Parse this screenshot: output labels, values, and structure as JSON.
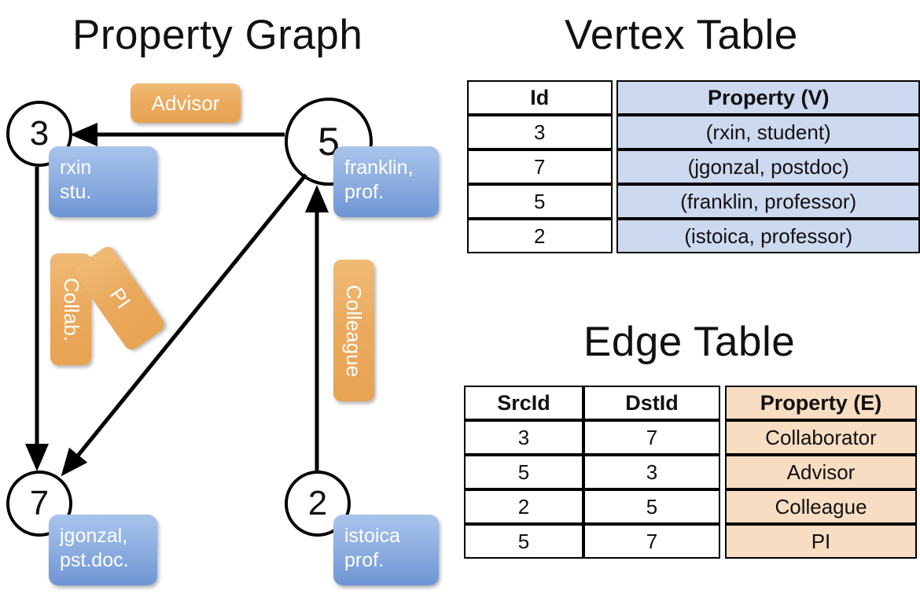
{
  "titles": {
    "property_graph": "Property Graph",
    "vertex_table": "Vertex Table",
    "edge_table": "Edge Table"
  },
  "colors": {
    "node_stroke": "#000000",
    "vertex_prop_box": "#8fb0e2",
    "edge_label_box": "#eaa95d",
    "vertex_table_prop_fill": "#ccd9ef",
    "edge_table_prop_fill": "#f7ddc2"
  },
  "graph": {
    "nodes": [
      {
        "id": "3",
        "property_line1": "rxin",
        "property_line2": "stu."
      },
      {
        "id": "5",
        "property_line1": "franklin,",
        "property_line2": "prof."
      },
      {
        "id": "7",
        "property_line1": "jgonzal,",
        "property_line2": "pst.doc."
      },
      {
        "id": "2",
        "property_line1": "istoica",
        "property_line2": "prof."
      }
    ],
    "edge_labels": [
      {
        "key": "advisor",
        "text": "Advisor"
      },
      {
        "key": "collab",
        "text": "Collab."
      },
      {
        "key": "pi",
        "text": "PI"
      },
      {
        "key": "colleague",
        "text": "Colleague"
      }
    ],
    "edges": [
      {
        "from": "5",
        "to": "3",
        "label": "Advisor"
      },
      {
        "from": "3",
        "to": "7",
        "label": "Collab."
      },
      {
        "from": "5",
        "to": "7",
        "label": "PI"
      },
      {
        "from": "2",
        "to": "5",
        "label": "Colleague"
      }
    ]
  },
  "vertex_table": {
    "headers": [
      "Id",
      "Property (V)"
    ],
    "rows": [
      {
        "id": "3",
        "property": "(rxin, student)"
      },
      {
        "id": "7",
        "property": "(jgonzal, postdoc)"
      },
      {
        "id": "5",
        "property": "(franklin, professor)"
      },
      {
        "id": "2",
        "property": "(istoica, professor)"
      }
    ]
  },
  "edge_table": {
    "headers": [
      "SrcId",
      "DstId",
      "Property (E)"
    ],
    "rows": [
      {
        "src": "3",
        "dst": "7",
        "property": "Collaborator"
      },
      {
        "src": "5",
        "dst": "3",
        "property": "Advisor"
      },
      {
        "src": "2",
        "dst": "5",
        "property": "Colleague"
      },
      {
        "src": "5",
        "dst": "7",
        "property": "PI"
      }
    ]
  }
}
